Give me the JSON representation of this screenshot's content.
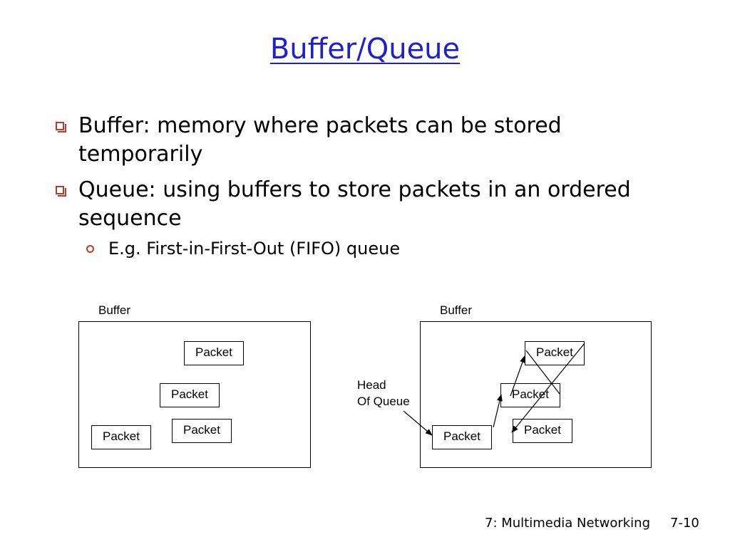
{
  "title": "Buffer/Queue",
  "bullets": [
    {
      "text": "Buffer: memory where packets can be stored temporarily"
    },
    {
      "text": "Queue: using buffers to store packets in an ordered sequence"
    }
  ],
  "sub_bullet": "E.g. First-in-First-Out (FIFO) queue",
  "diagram_left": {
    "buffer_label": "Buffer",
    "packets": [
      "Packet",
      "Packet",
      "Packet",
      "Packet"
    ]
  },
  "diagram_right": {
    "buffer_label": "Buffer",
    "head_label_line1": "Head",
    "head_label_line2": "Of Queue",
    "packets": [
      "Packet",
      "Packet",
      "Packet",
      "Packet"
    ]
  },
  "footer": {
    "chapter": "7: Multimedia Networking",
    "page": "7-10"
  },
  "colors": {
    "title": "#1f1fd0",
    "bullet_marker": "#c0392b"
  }
}
